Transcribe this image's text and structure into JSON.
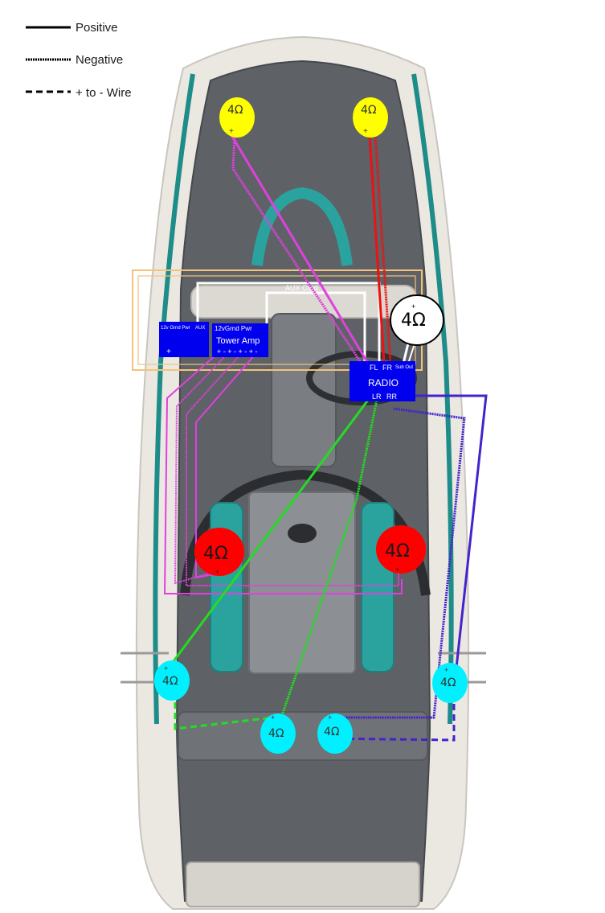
{
  "legend": {
    "positive": "Positive",
    "negative": "Negative",
    "plus_to_minus": "+ to - Wire"
  },
  "speakers": {
    "front_left": "4Ω",
    "front_right": "4Ω",
    "sub": "4Ω",
    "mid_left": "4Ω",
    "mid_right": "4Ω",
    "rear_left": "4Ω",
    "rear_center_left": "4Ω",
    "rear_center_right": "4Ω",
    "rear_right": "4Ω"
  },
  "aux_cord": "AUX Cord",
  "small_amp": {
    "power": "12v Grnd Pwr",
    "aux": "AUX"
  },
  "tower_amp": {
    "power": "12vGrnd Pwr",
    "title": "Tower Amp",
    "terminals": "+ - + -   + - + -"
  },
  "radio": {
    "title": "RADIO",
    "fl": "FL",
    "fr": "FR",
    "sub_out": "Sub Out",
    "lr": "LR",
    "rr": "RR"
  },
  "terminal_plus": "+",
  "terminal_minus": "-",
  "colors": {
    "hull": "#ece9e3",
    "deck": "#5f6266",
    "teal": "#1f8f8c",
    "amp_blue": "#0000ee",
    "speaker_yellow": "#ffff00",
    "speaker_red": "#ff0000",
    "speaker_cyan": "#00f0ff",
    "wire_magenta": "#e040e0",
    "wire_red": "#ee1111",
    "wire_green": "#22dd22",
    "wire_purple": "#4422cc",
    "aux_orange": "#f5c27a"
  }
}
